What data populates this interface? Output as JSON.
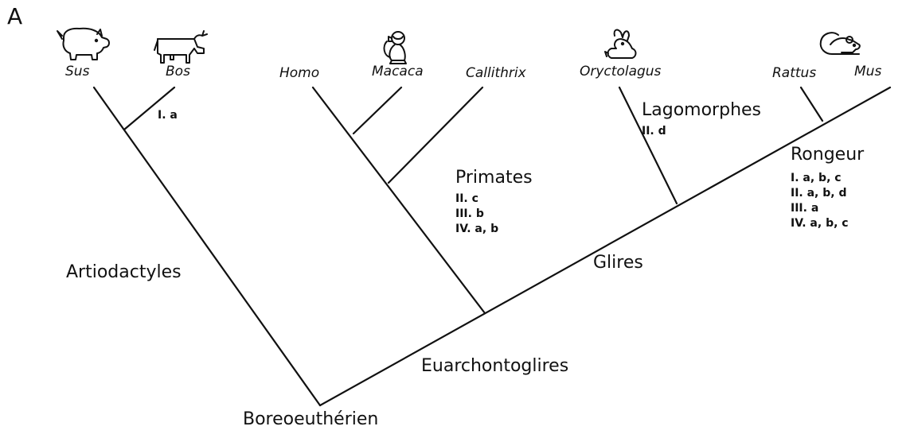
{
  "figure": {
    "panel_label": "A",
    "taxa": {
      "sus": "Sus",
      "bos": "Bos",
      "homo": "Homo",
      "macaca": "Macaca",
      "callithrix": "Callithrix",
      "oryctolagus": "Oryctolagus",
      "rattus": "Rattus",
      "mus": "Mus"
    },
    "clades": {
      "artiodactyles": "Artiodactyles",
      "primates": "Primates",
      "lagomorphes": "Lagomorphes",
      "rongeur": "Rongeur",
      "glires": "Glires",
      "euarchontoglires": "Euarchontoglires",
      "boreoeutherien": "Boreoeuthérien"
    },
    "annotations": {
      "bos": [
        "I. a"
      ],
      "primates": [
        "II. c",
        "III. b",
        "IV. a, b"
      ],
      "lagomorphes": [
        "II. d"
      ],
      "rongeur": [
        "I. a, b, c",
        "II. a, b, d",
        "III. a",
        "IV. a, b, c"
      ]
    },
    "icons": [
      "pig-icon",
      "cow-icon",
      "monkey-icon",
      "rabbit-icon",
      "mouse-icon"
    ]
  }
}
